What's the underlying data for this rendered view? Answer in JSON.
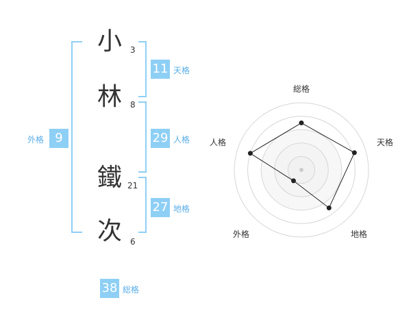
{
  "name": {
    "chars": [
      {
        "char": "小",
        "strokes": "3"
      },
      {
        "char": "林",
        "strokes": "8"
      },
      {
        "char": "鐵",
        "strokes": "21"
      },
      {
        "char": "次",
        "strokes": "6"
      }
    ]
  },
  "fortunes": {
    "tenkaku": {
      "value": "11",
      "label": "天格"
    },
    "jinkaku": {
      "value": "29",
      "label": "人格"
    },
    "chikaku": {
      "value": "27",
      "label": "地格"
    },
    "gaikaku": {
      "value": "9",
      "label": "外格"
    },
    "soukaku": {
      "value": "38",
      "label": "総格"
    }
  },
  "colors": {
    "accent": "#8ecff5",
    "label": "#5aaee8",
    "text": "#333333"
  },
  "chart_data": {
    "type": "radar",
    "axes": [
      "総格",
      "天格",
      "地格",
      "外格",
      "人格"
    ],
    "values": [
      0.7,
      0.83,
      0.7,
      0.2,
      0.8
    ],
    "max": 1,
    "rings": 5
  }
}
